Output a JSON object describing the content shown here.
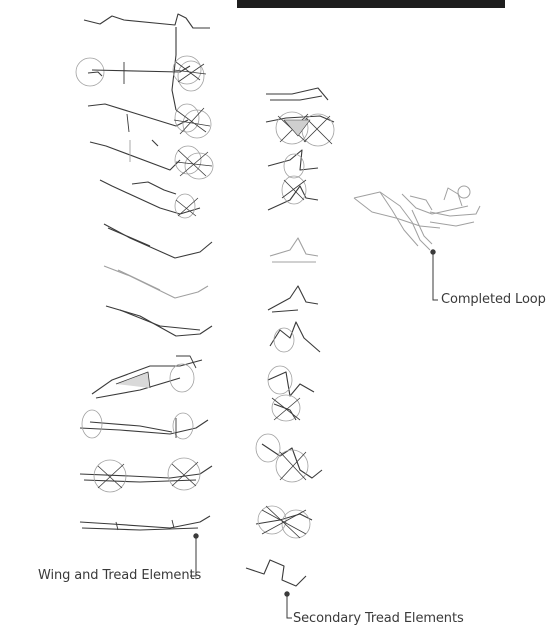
{
  "labels": {
    "completed_loop": "Completed Loop",
    "wing_tread": "Wing and Tread Elements",
    "secondary_tread": "Secondary Tread Elements"
  },
  "colors": {
    "ink": "#3a3a3a",
    "light_ink": "#a0a0a0",
    "faint_ink": "#c4c4c4",
    "header_bar": "#1e1e1e"
  }
}
